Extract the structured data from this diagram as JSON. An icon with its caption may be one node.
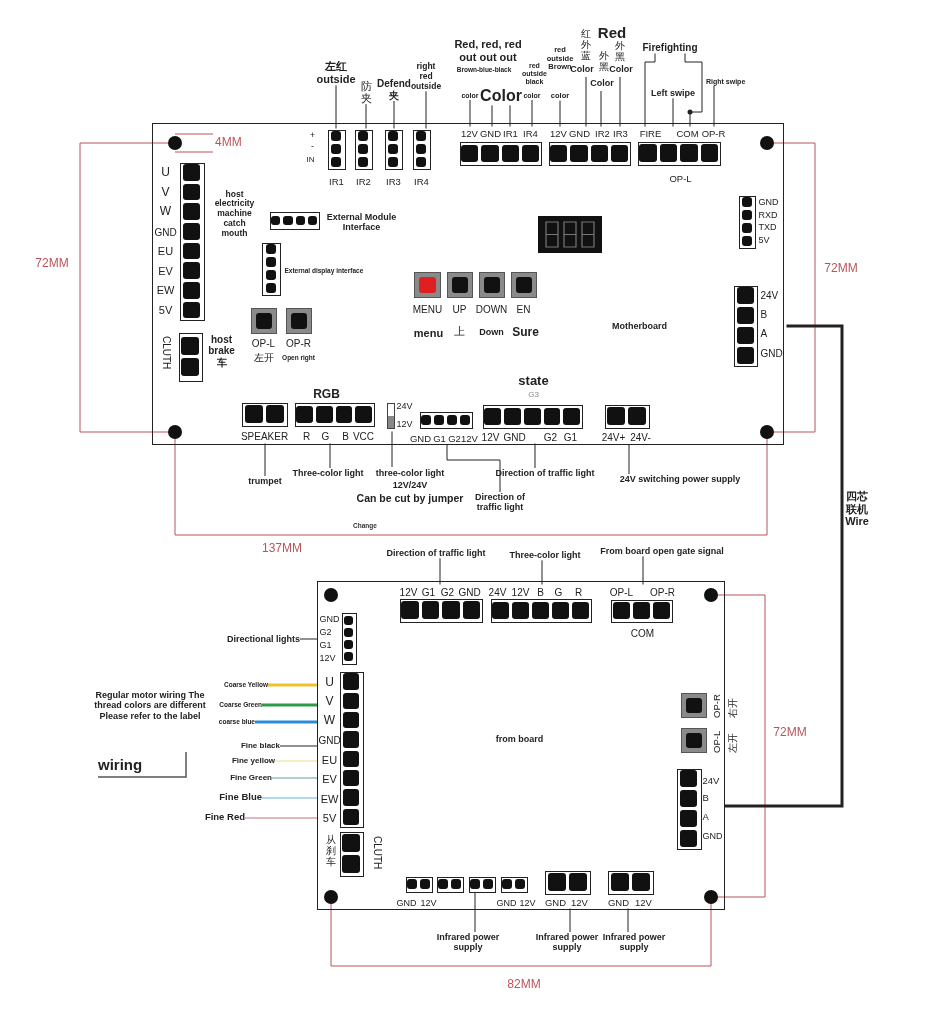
{
  "diagram": {
    "nodes": [
      {
        "text": [
          "Motherboard"
        ]
      },
      {
        "text": [
          "+",
          "-",
          "IN",
          "IR1"
        ],
        "in": 0
      },
      {
        "text": [
          "IR2"
        ],
        "in": 0
      },
      {
        "text": [
          "IR3"
        ],
        "in": 0
      },
      {
        "text": [
          "IR4"
        ],
        "in": 0
      },
      {
        "text": [
          "12V",
          "GND",
          "IR1",
          "IR4"
        ],
        "in": 0
      },
      {
        "text": [
          "12V",
          "GND",
          "IR2",
          "IR3"
        ],
        "in": 0
      },
      {
        "text": [
          "FIRE",
          "COM",
          "OP-R",
          "OP-L"
        ],
        "in": 0
      },
      {
        "text": [
          "U",
          "V",
          "W",
          "GND",
          "EU",
          "EV",
          "EW",
          "5V"
        ],
        "beside": [
          "host electricity machine catch mouth"
        ],
        "in": 0
      },
      {
        "text": [
          "CLUTH"
        ],
        "beside": [
          "host brake 车"
        ],
        "in": 0
      },
      {
        "text": [
          "External Module Interface"
        ],
        "in": 0
      },
      {
        "text": [
          "External display interface"
        ],
        "in": 0
      },
      {
        "text": [
          "OP-L",
          "左开"
        ],
        "in": 0
      },
      {
        "text": [
          "OP-R",
          "Open right"
        ],
        "in": 0
      },
      {
        "text": [
          "MENU",
          "menu"
        ],
        "in": 0
      },
      {
        "text": [
          "UP",
          "上"
        ],
        "in": 0
      },
      {
        "text": [
          "DOWN",
          "Down"
        ],
        "in": 0
      },
      {
        "text": [
          "EN",
          "Sure"
        ],
        "in": 0
      },
      {
        "text": [
          "GND",
          "RXD",
          "TXD",
          "5V"
        ],
        "in": 0
      },
      {
        "text": [
          "24V",
          "B",
          "A",
          "GND"
        ],
        "in": 0
      },
      {
        "text": [
          "SPEAKER"
        ],
        "in": 0
      },
      {
        "text": [
          "RGB",
          "R",
          "G",
          "B",
          "VCC"
        ],
        "in": 0
      },
      {
        "text": [
          "24V",
          "12V"
        ],
        "in": 0
      },
      {
        "text": [
          "GND",
          "G1",
          "G2",
          "12V"
        ],
        "in": 0
      },
      {
        "text": [
          "state",
          "G3",
          "12V",
          "GND",
          "G2",
          "G1"
        ],
        "in": 0
      },
      {
        "text": [
          "24V+",
          "24V-"
        ],
        "in": 0
      },
      {
        "text": [
          "左红 outside"
        ]
      },
      {
        "text": [
          "防夹"
        ]
      },
      {
        "text": [
          "Defend 夹"
        ]
      },
      {
        "text": [
          "right red outside"
        ]
      },
      {
        "text": [
          "color"
        ]
      },
      {
        "text": [
          "Color"
        ]
      },
      {
        "text": [
          "color"
        ]
      },
      {
        "text": [
          "color"
        ]
      },
      {
        "text": [
          "红外蓝",
          "Color"
        ]
      },
      {
        "text": [
          "外黑",
          "Color"
        ]
      },
      {
        "text": [
          "外黑",
          "Color"
        ]
      },
      {
        "text": [
          "Firefighting"
        ]
      },
      {
        "text": [
          "Left swipe"
        ]
      },
      {
        "text": [
          "Right swipe"
        ]
      },
      {
        "text": [
          "trumpet"
        ]
      },
      {
        "text": [
          "Three-color light"
        ]
      },
      {
        "text": [
          "three-color light",
          "12V/24V",
          "Can be cut by jumper"
        ]
      },
      {
        "text": [
          "Direction of traffic light"
        ]
      },
      {
        "text": [
          "Direction of traffic light"
        ]
      },
      {
        "text": [
          "24V switching power supply"
        ]
      },
      {
        "text": [
          "from board"
        ]
      },
      {
        "text": [
          "12V",
          "G1",
          "G2",
          "GND"
        ],
        "in": 46
      },
      {
        "text": [
          "24V",
          "12V",
          "B",
          "G",
          "R"
        ],
        "in": 46
      },
      {
        "text": [
          "OP-L",
          "OP-R",
          "COM"
        ],
        "in": 46
      },
      {
        "text": [
          "GND",
          "G2",
          "G1",
          "12V"
        ],
        "in": 46
      },
      {
        "text": [
          "U",
          "V",
          "W",
          "GND",
          "EU",
          "EV",
          "EW",
          "5V"
        ],
        "in": 46
      },
      {
        "text": [
          "从刹车",
          "CLUTH"
        ],
        "in": 46
      },
      {
        "text": [
          "OP-R",
          "右开"
        ],
        "in": 46
      },
      {
        "text": [
          "OP-L",
          "左开"
        ],
        "in": 46
      },
      {
        "text": [
          "24V",
          "B",
          "A",
          "GND"
        ],
        "in": 46
      },
      {
        "text": [
          "GND",
          "12V"
        ],
        "in": 46
      },
      {
        "text": [],
        "shape": "box",
        "in": 46
      },
      {
        "text": [],
        "shape": "box",
        "in": 46
      },
      {
        "text": [
          "GND",
          "12V"
        ],
        "in": 46
      },
      {
        "text": [
          "GND",
          "12V"
        ],
        "in": 46
      },
      {
        "text": [
          "GND",
          "12V"
        ],
        "in": 46
      },
      {
        "text": [
          "Direction of traffic light"
        ]
      },
      {
        "text": [
          "Three-color light"
        ]
      },
      {
        "text": [
          "From board open gate signal"
        ]
      },
      {
        "text": [
          "Directional lights"
        ]
      },
      {
        "text": [
          "Coarse Yellow"
        ]
      },
      {
        "text": [
          "Coarse Green"
        ]
      },
      {
        "text": [
          "coarse blue"
        ]
      },
      {
        "text": [
          "Fine black"
        ]
      },
      {
        "text": [
          "Fine yellow"
        ]
      },
      {
        "text": [
          "Fine Green"
        ]
      },
      {
        "text": [
          "Fine Blue"
        ]
      },
      {
        "text": [
          "Fine Red"
        ]
      },
      {
        "text": [
          "Infrared power supply"
        ]
      },
      {
        "text": [
          "Infrared power supply"
        ]
      },
      {
        "text": [
          "Infrared power supply"
        ]
      }
    ],
    "edges": [
      {
        "from": 26,
        "to": 1,
        "arrow": "none"
      },
      {
        "from": 27,
        "to": 2,
        "arrow": "none"
      },
      {
        "from": 28,
        "to": 3,
        "arrow": "none"
      },
      {
        "from": 29,
        "to": 4,
        "arrow": "none"
      },
      {
        "from": 30,
        "to": 5,
        "arrow": "none"
      },
      {
        "from": 31,
        "to": 5,
        "arrow": "none"
      },
      {
        "from": 31,
        "to": 5,
        "arrow": "none"
      },
      {
        "from": 32,
        "to": 5,
        "arrow": "none"
      },
      {
        "from": 33,
        "to": 6,
        "arrow": "none"
      },
      {
        "from": 34,
        "to": 6,
        "arrow": "none"
      },
      {
        "from": 35,
        "to": 6,
        "arrow": "none"
      },
      {
        "from": 36,
        "to": 6,
        "arrow": "none"
      },
      {
        "from": 37,
        "to": 7,
        "arrow": "none"
      },
      {
        "from": 37,
        "to": 7,
        "arrow": "none"
      },
      {
        "from": 38,
        "to": 7,
        "arrow": "none"
      },
      {
        "from": 39,
        "to": 7,
        "arrow": "none"
      },
      {
        "from": 40,
        "to": 20,
        "arrow": "none"
      },
      {
        "from": 41,
        "to": 21,
        "arrow": "none"
      },
      {
        "from": 42,
        "to": 22,
        "arrow": "none"
      },
      {
        "from": 43,
        "to": 23,
        "arrow": "none"
      },
      {
        "from": 44,
        "to": 24,
        "arrow": "none"
      },
      {
        "from": 45,
        "to": 25,
        "arrow": "none"
      },
      {
        "from": 62,
        "to": 47,
        "arrow": "none"
      },
      {
        "from": 63,
        "to": 48,
        "arrow": "none"
      },
      {
        "from": 64,
        "to": 49,
        "arrow": "none"
      },
      {
        "from": 65,
        "to": 50,
        "arrow": "none"
      },
      {
        "from": 66,
        "to": 51,
        "arrow": "none",
        "style": "thick",
        "color": "#f0c030"
      },
      {
        "from": 67,
        "to": 51,
        "arrow": "none",
        "style": "thick",
        "color": "#2f9a4b"
      },
      {
        "from": 68,
        "to": 51,
        "arrow": "none",
        "style": "thick",
        "color": "#2b8ed3"
      },
      {
        "from": 69,
        "to": 51,
        "arrow": "none"
      },
      {
        "from": 70,
        "to": 51,
        "arrow": "none",
        "color": "#e6e08c"
      },
      {
        "from": 71,
        "to": 51,
        "arrow": "none",
        "color": "#5fa592"
      },
      {
        "from": 72,
        "to": 51,
        "arrow": "none",
        "color": "#62b6d6"
      },
      {
        "from": 73,
        "to": 51,
        "arrow": "none",
        "color": "#c77078"
      },
      {
        "from": 74,
        "to": 58,
        "arrow": "none"
      },
      {
        "from": 75,
        "to": 60,
        "arrow": "none"
      },
      {
        "from": 76,
        "to": 61,
        "arrow": "none"
      },
      {
        "from": 19,
        "to": 55,
        "arrow": "none",
        "style": "thick",
        "label": "四芯联机 Wire"
      }
    ],
    "labels": [
      "Red, red, red out out out",
      "Brown-blue-black",
      "red outside black",
      "red outside Brown",
      "Red",
      "4MM",
      "72MM",
      "72MM",
      "137MM",
      "Change",
      "72MM",
      "Regular motor wiring The thread colors are different Please refer to the label",
      "wiring",
      "82MM"
    ]
  }
}
